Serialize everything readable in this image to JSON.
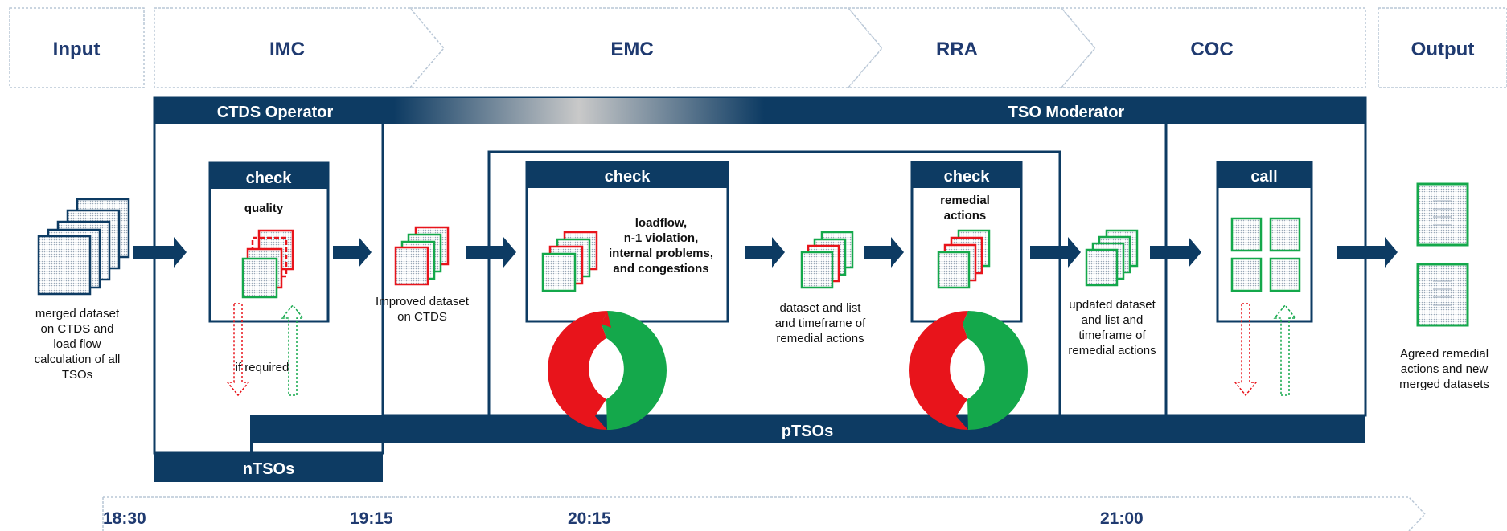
{
  "phases": {
    "input": "Input",
    "imc": "IMC",
    "emc": "EMC",
    "rra": "RRA",
    "coc": "COC",
    "output": "Output"
  },
  "roles": {
    "ctds_operator": "CTDS Operator",
    "tso_moderator": "TSO Moderator",
    "ptsos": "pTSOs",
    "ntsos": "nTSOs"
  },
  "boxes": {
    "check1_title": "check",
    "check1_sub": "quality",
    "check2_title": "check",
    "check2_sub": [
      "loadflow,",
      "n-1 violation,",
      "internal problems,",
      "and congestions"
    ],
    "check3_title": "check",
    "check3_sub": [
      "remedial",
      "actions"
    ],
    "call_title": "call"
  },
  "labels": {
    "merged": [
      "merged dataset",
      "on CTDS and",
      "load flow",
      "calculation of all",
      "TSOs"
    ],
    "if_required": "if required",
    "improved": [
      "Improved dataset",
      "on CTDS"
    ],
    "dataset_list": [
      "dataset and list",
      "and timeframe of",
      "remedial actions"
    ],
    "updated": [
      "updated dataset",
      "and list and",
      "timeframe of",
      "remedial actions"
    ],
    "agreed": [
      "Agreed remedial",
      "actions and new",
      "merged datasets"
    ]
  },
  "timeline": {
    "t1": "18:30",
    "t2": "19:15",
    "t3": "20:15",
    "t4": "21:00"
  },
  "colors": {
    "navy": "#0d3b63",
    "phase_text": "#1f3a70",
    "red": "#e8141b",
    "green": "#14a84b"
  }
}
